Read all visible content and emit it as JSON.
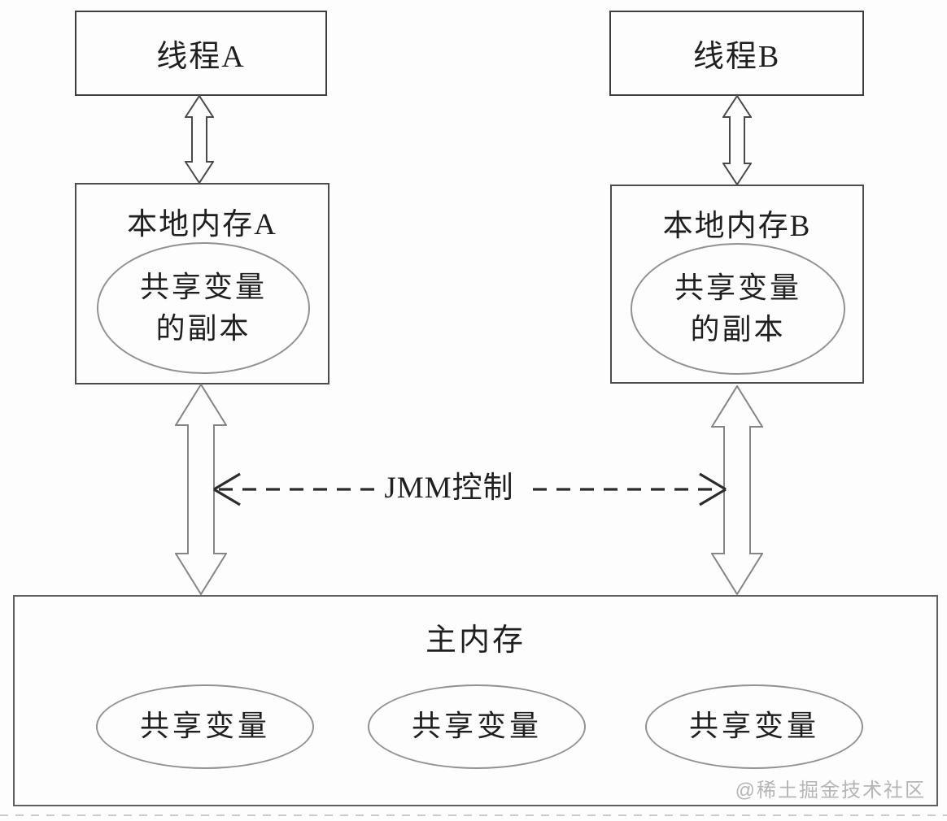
{
  "diagram": {
    "title_semantics": "Java Memory Model (JMM) diagram",
    "thread_a": {
      "label": "线程A"
    },
    "thread_b": {
      "label": "线程B"
    },
    "local_memory_a": {
      "title": "本地内存A",
      "ellipse_line1": "共享变量",
      "ellipse_line2": "的副本"
    },
    "local_memory_b": {
      "title": "本地内存B",
      "ellipse_line1": "共享变量",
      "ellipse_line2": "的副本"
    },
    "jmm_control": {
      "label": "JMM控制"
    },
    "main_memory": {
      "title": "主内存",
      "shared_vars": [
        "共享变量",
        "共享变量",
        "共享变量"
      ]
    },
    "watermark": "@稀土掘金技术社区",
    "colors": {
      "background": "#fdfdfd",
      "box_border_dark": "#3e3e3e",
      "box_border_mid": "#4c4c4c",
      "box_border_main": "#5f5f5f",
      "ellipse_border": "#929292",
      "big_arrow_outline": "#858585",
      "small_arrow_outline": "#4a4a4a",
      "dashed_arrow": "#2b2b2b",
      "text": "#1f1f1f",
      "watermark": "#b5b5b5"
    }
  }
}
